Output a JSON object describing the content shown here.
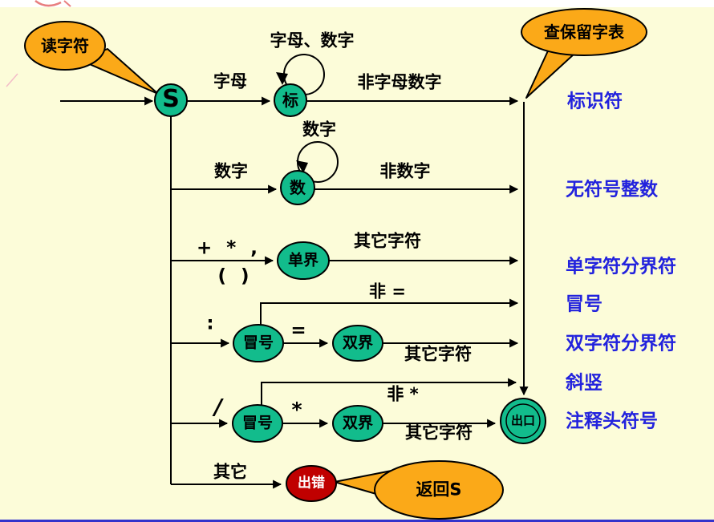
{
  "slide": {
    "background": "#FCFCD9",
    "top_strip_color": "#FFFFFF",
    "bottom_line_color": "#3333CC"
  },
  "colors": {
    "node_green": "#12BC8C",
    "node_red": "#C00000",
    "bubble_orange": "#FBA918",
    "result_text_blue": "#2222DD",
    "line_black": "#000000",
    "watermark_pink": "#E87E7E"
  },
  "callouts": {
    "read_char": "读字符",
    "check_reserved_table": "查保留字表",
    "return_s": "返回S"
  },
  "states": {
    "start": "S",
    "identifier": "标",
    "number": "数",
    "single_delim": "单界",
    "colon_row4": "冒号",
    "double_delim_row4": "双界",
    "colon_row5": "冒号",
    "double_delim_row5": "双界",
    "exit": "出口",
    "error": "出错"
  },
  "transitions": {
    "letter": "字母",
    "letter_digit_loop": "字母、数字",
    "non_letter_digit": "非字母数字",
    "digit": "数字",
    "digit_loop": "数字",
    "non_digit": "非数字",
    "plus_star_comma": "+ * ,",
    "parentheses": "( )",
    "other_chars_row3": "其它字符",
    "not_equal": "非 =",
    "colon": ":",
    "equals": "=",
    "other_chars_row4": "其它字符",
    "not_star": "非 *",
    "slash": "/",
    "star": "*",
    "other_chars_row5": "其它字符",
    "other": "其它"
  },
  "outputs": {
    "identifier": "标识符",
    "unsigned_integer": "无符号整数",
    "single_char_delimiter": "单字符分界符",
    "colon": "冒号",
    "double_char_delimiter": "双字符分界符",
    "slash_vertical": "斜竖",
    "comment_head_symbol": "注释头符号"
  }
}
